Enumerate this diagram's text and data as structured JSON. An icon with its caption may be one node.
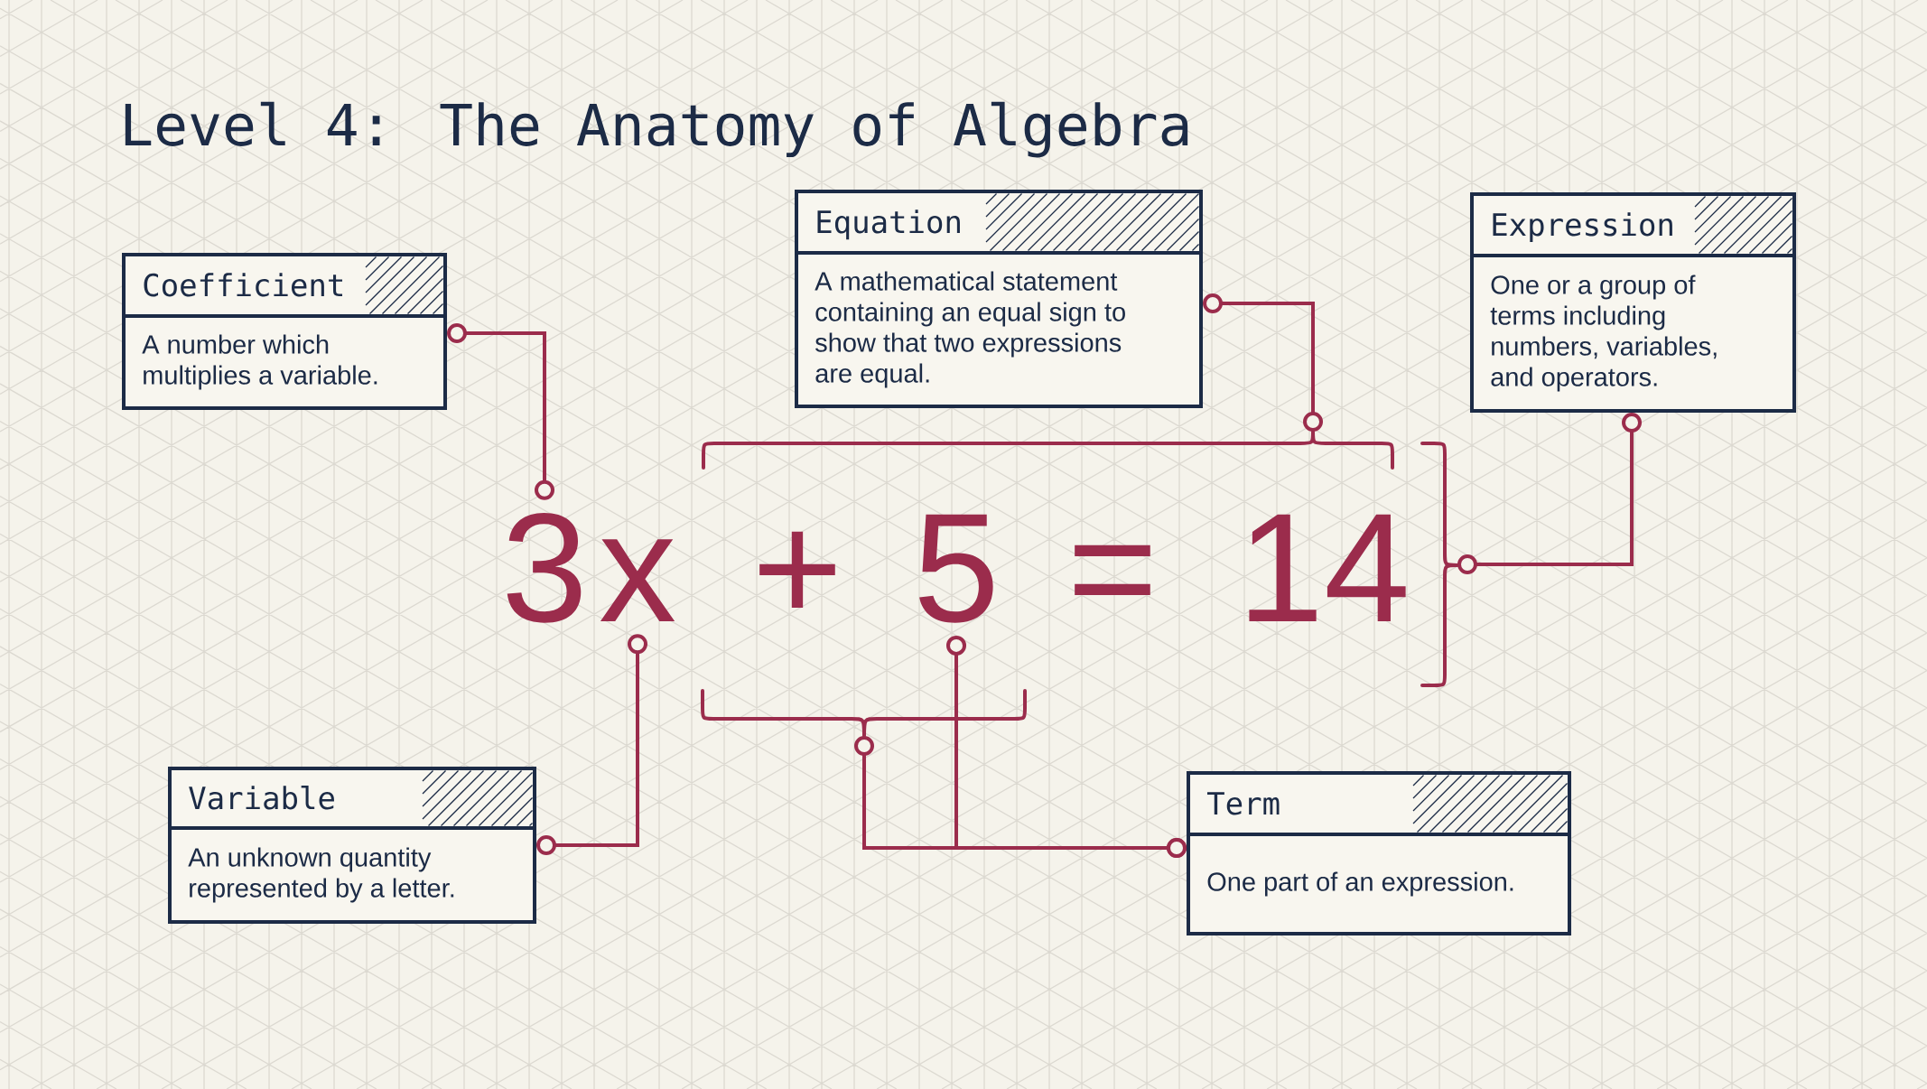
{
  "diagram": {
    "title": "Level 4: The Anatomy of Algebra",
    "nodes": [
      {
        "text": [
          "Coefficient",
          "A number which multiplies a variable."
        ]
      },
      {
        "text": [
          "Equation",
          "A mathematical statement containing an equal sign to show that two expressions are equal."
        ]
      },
      {
        "text": [
          "Expression",
          "One or a group of terms including numbers, variables, and operators."
        ]
      },
      {
        "text": [],
        "shape": "brace"
      },
      {
        "text": [
          "3"
        ]
      },
      {
        "text": [
          "x"
        ]
      },
      {
        "text": [
          "5"
        ]
      },
      {
        "text": [],
        "shape": "brace"
      },
      {
        "text": [],
        "shape": "brace"
      },
      {
        "text": [
          "Variable",
          "An unknown quantity represented by a letter."
        ]
      },
      {
        "text": [
          "Term",
          "One part of an expression."
        ]
      }
    ],
    "edges": [
      {
        "from": 0,
        "to": 4,
        "arrow": "other"
      },
      {
        "from": 1,
        "to": 3,
        "arrow": "other"
      },
      {
        "from": 2,
        "to": 7,
        "arrow": "other"
      },
      {
        "from": 9,
        "to": 5,
        "arrow": "other"
      },
      {
        "from": 10,
        "to": 8,
        "arrow": "other"
      },
      {
        "from": 10,
        "to": 6,
        "arrow": "other"
      }
    ],
    "labels": [
      "+",
      "=",
      "14"
    ]
  }
}
